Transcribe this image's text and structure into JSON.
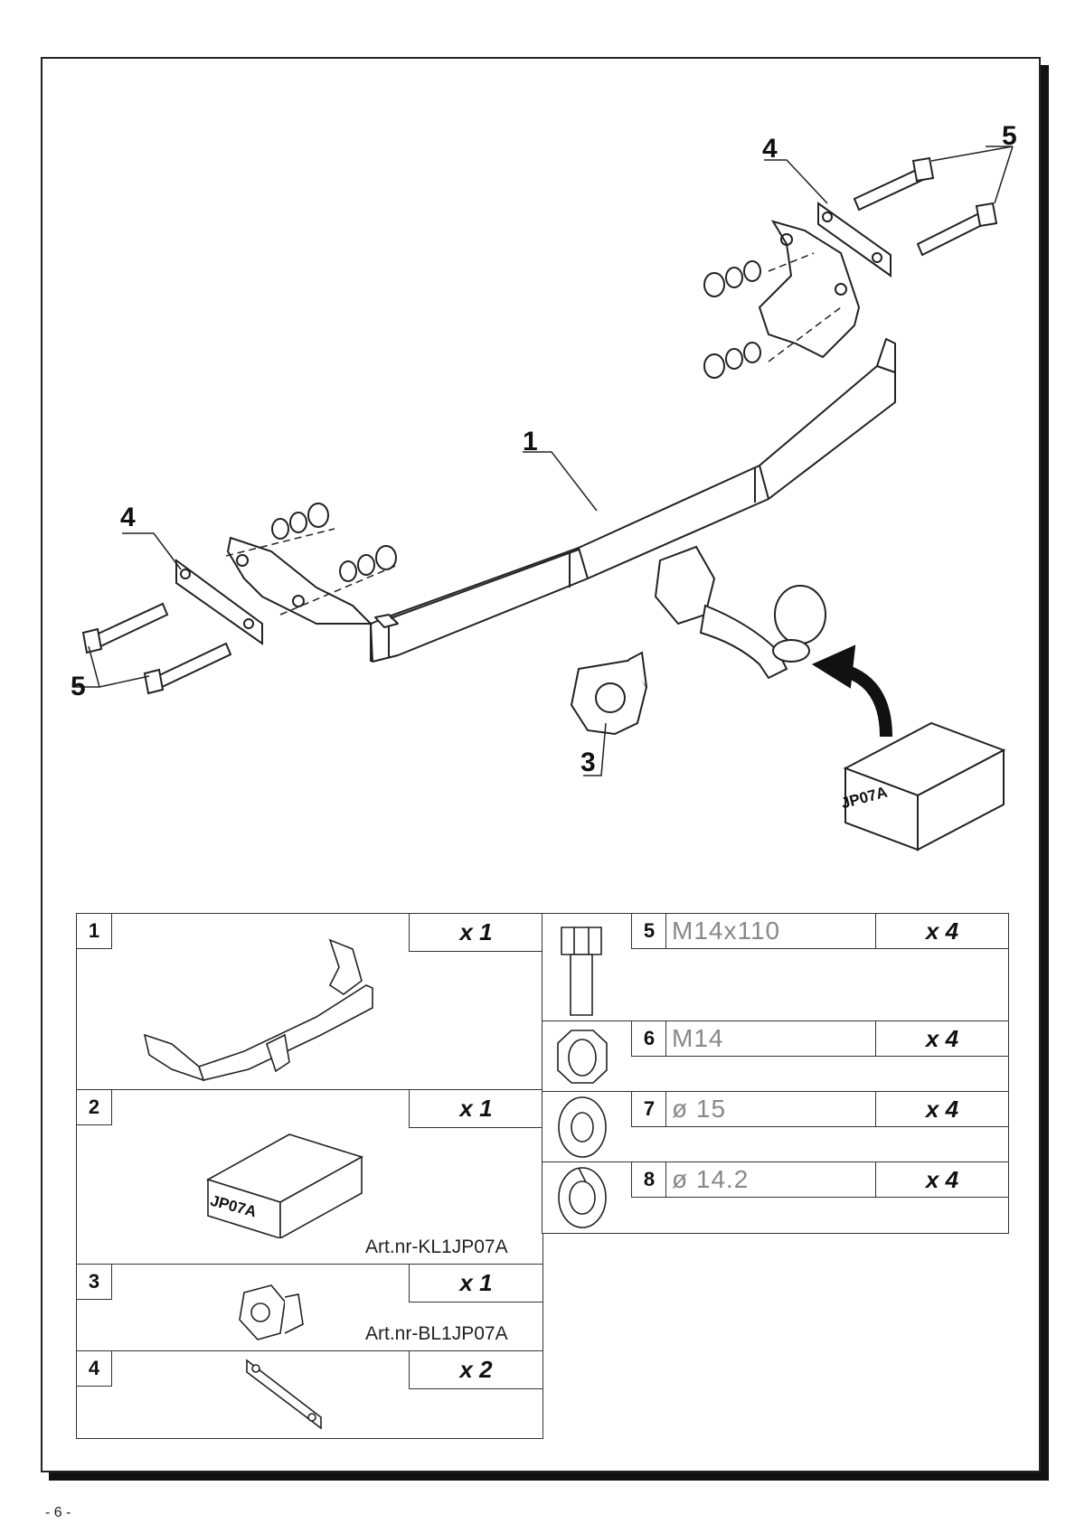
{
  "diagram": {
    "callouts": [
      "1",
      "3",
      "4",
      "4",
      "5",
      "5"
    ],
    "box_label": "JP07A"
  },
  "parts_table": {
    "left": [
      {
        "num": "1",
        "qty": "x 1",
        "art": ""
      },
      {
        "num": "2",
        "qty": "x 1",
        "art": "Art.nr-KL1JP07A",
        "box_label": "JP07A"
      },
      {
        "num": "3",
        "qty": "x 1",
        "art": "Art.nr-BL1JP07A"
      },
      {
        "num": "4",
        "qty": "x 2",
        "art": ""
      }
    ],
    "right": [
      {
        "num": "5",
        "spec": "M14x110",
        "qty": "x 4"
      },
      {
        "num": "6",
        "spec": "M14",
        "qty": "x 4"
      },
      {
        "num": "7",
        "spec": "ø 15",
        "qty": "x 4"
      },
      {
        "num": "8",
        "spec": "ø 14.2",
        "qty": "x 4"
      }
    ]
  },
  "footer": {
    "page_number": "- 6 -"
  }
}
